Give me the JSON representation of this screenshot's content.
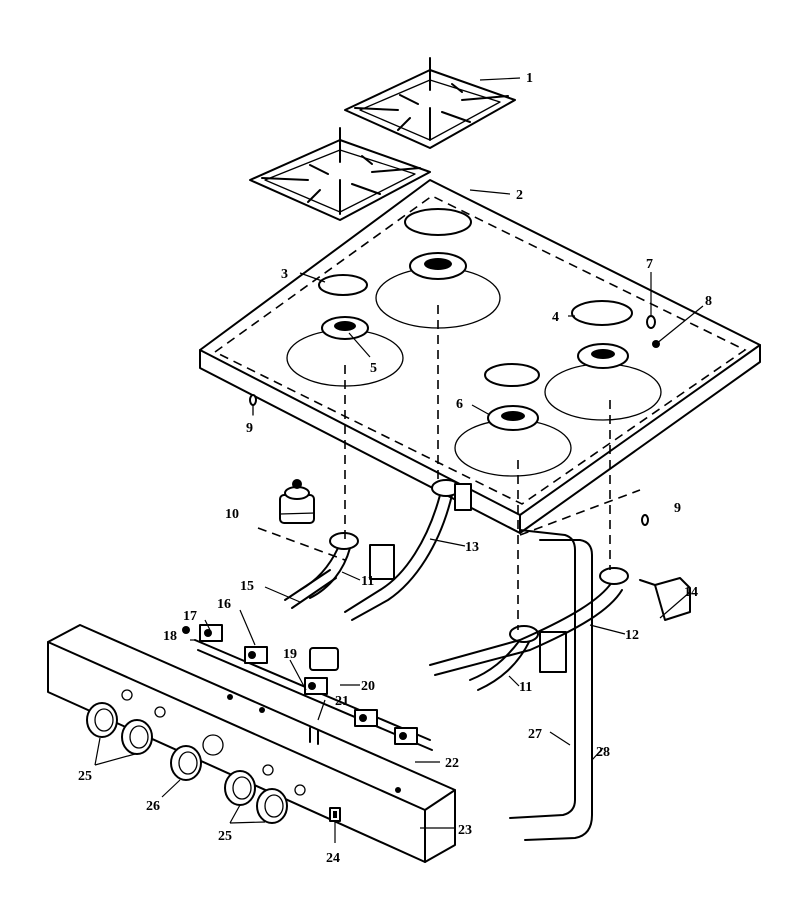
{
  "callouts": {
    "c1": "1",
    "c2": "2",
    "c3": "3",
    "c4": "4",
    "c5": "5",
    "c6": "6",
    "c7": "7",
    "c8": "8",
    "c9a": "9",
    "c9b": "9",
    "c10": "10",
    "c11a": "11",
    "c11b": "11",
    "c12": "12",
    "c13": "13",
    "c14": "14",
    "c15": "15",
    "c16": "16",
    "c17": "17",
    "c18": "18",
    "c19": "19",
    "c20": "20",
    "c21": "21",
    "c22": "22",
    "c23": "23",
    "c24": "24",
    "c25a": "25",
    "c25b": "25",
    "c26": "26",
    "c27": "27",
    "c28": "28"
  }
}
